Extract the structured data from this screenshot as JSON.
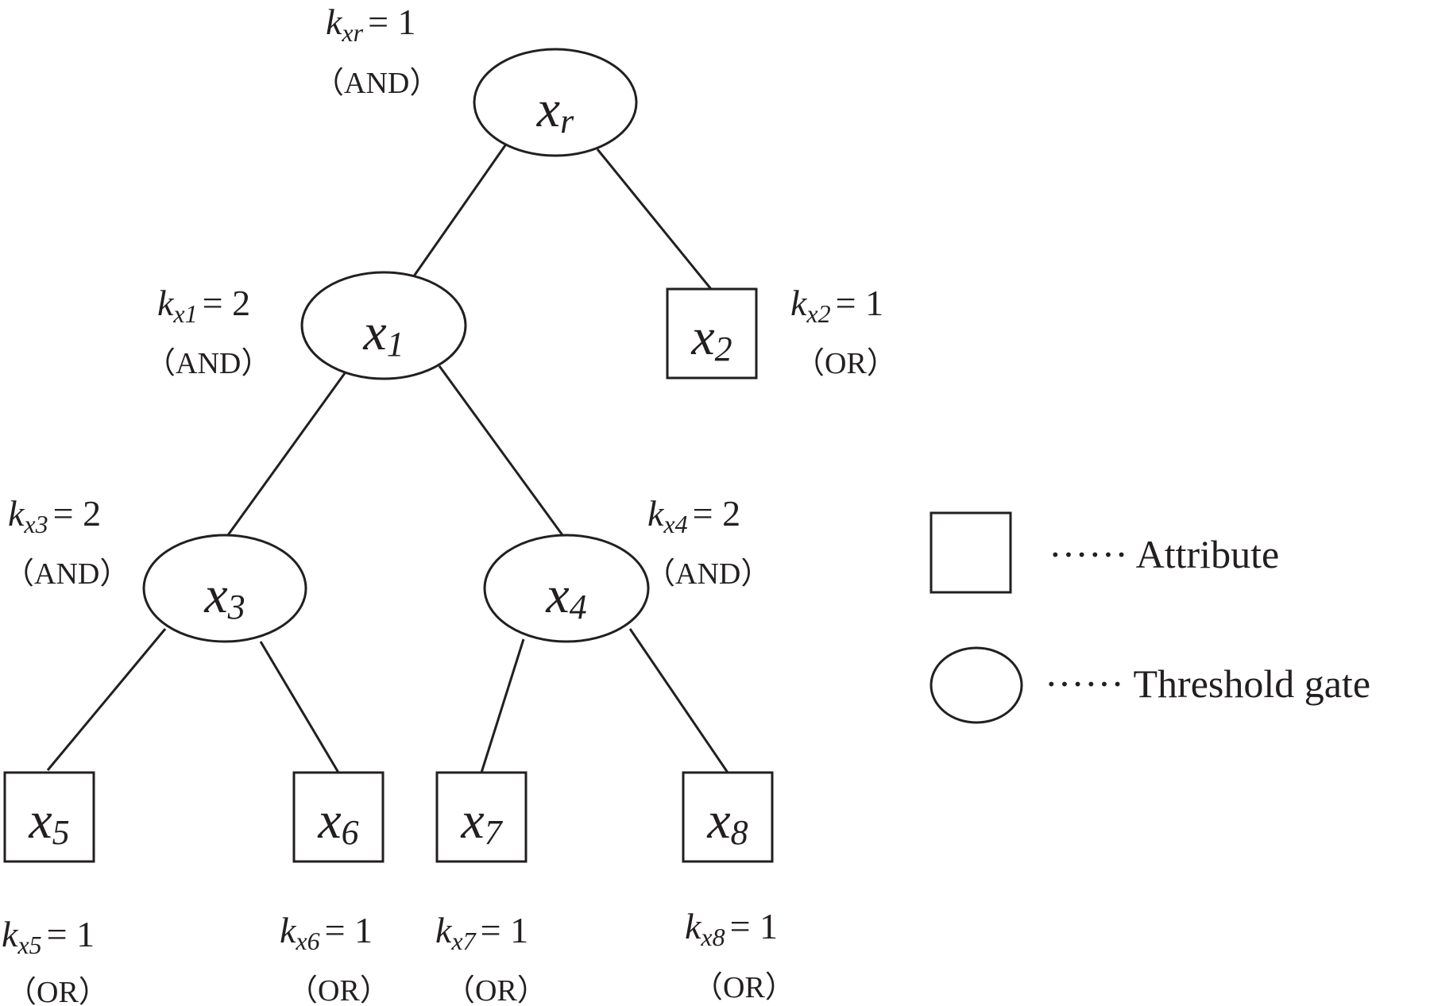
{
  "nodes": {
    "xr": {
      "base": "x",
      "sub": "r",
      "k_label": "k",
      "k_sub": "xr",
      "k_value": "= 1",
      "gate": "（AND）"
    },
    "x1": {
      "base": "x",
      "sub": "1",
      "k_label": "k",
      "k_sub": "x1",
      "k_value": "= 2",
      "gate": "（AND）"
    },
    "x2": {
      "base": "x",
      "sub": "2",
      "k_label": "k",
      "k_sub": "x2",
      "k_value": "= 1",
      "gate": "（OR）"
    },
    "x3": {
      "base": "x",
      "sub": "3",
      "k_label": "k",
      "k_sub": "x3",
      "k_value": "= 2",
      "gate": "（AND）"
    },
    "x4": {
      "base": "x",
      "sub": "4",
      "k_label": "k",
      "k_sub": "x4",
      "k_value": "= 2",
      "gate": "（AND）"
    },
    "x5": {
      "base": "x",
      "sub": "5",
      "k_label": "k",
      "k_sub": "x5",
      "k_value": "= 1",
      "gate": "（OR）"
    },
    "x6": {
      "base": "x",
      "sub": "6",
      "k_label": "k",
      "k_sub": "x6",
      "k_value": "= 1",
      "gate": "（OR）"
    },
    "x7": {
      "base": "x",
      "sub": "7",
      "k_label": "k",
      "k_sub": "x7",
      "k_value": "= 1",
      "gate": "（OR）"
    },
    "x8": {
      "base": "x",
      "sub": "8",
      "k_label": "k",
      "k_sub": "x8",
      "k_value": "= 1",
      "gate": "（OR）"
    }
  },
  "edges": [
    [
      "xr",
      "x1"
    ],
    [
      "xr",
      "x2"
    ],
    [
      "x1",
      "x3"
    ],
    [
      "x1",
      "x4"
    ],
    [
      "x3",
      "x5"
    ],
    [
      "x3",
      "x6"
    ],
    [
      "x4",
      "x7"
    ],
    [
      "x4",
      "x8"
    ]
  ],
  "legend": {
    "attribute": "······ Attribute",
    "threshold_gate": "······ Threshold gate"
  }
}
